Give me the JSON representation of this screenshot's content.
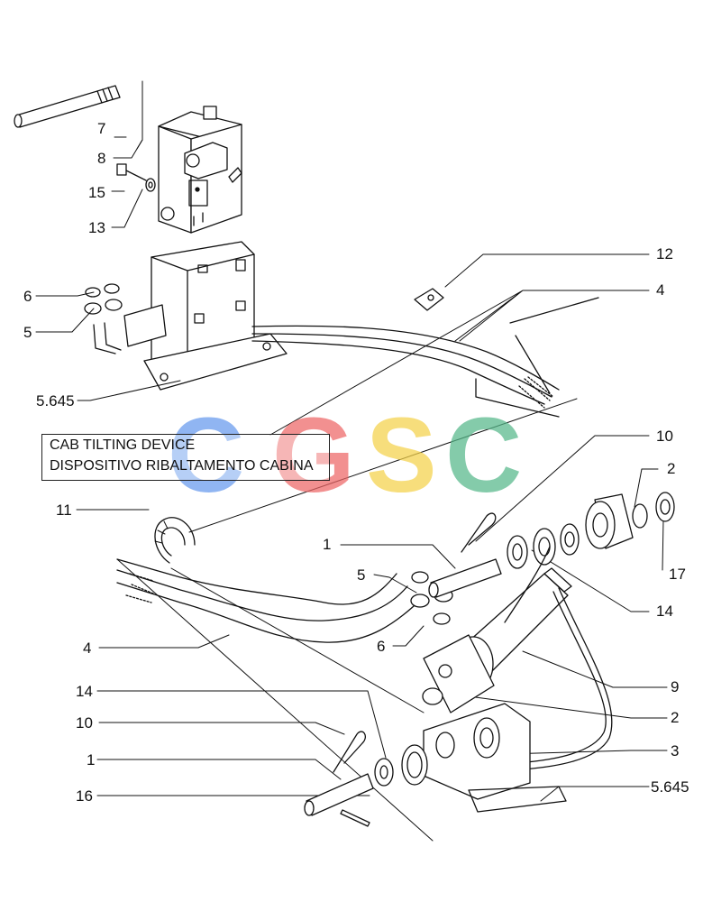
{
  "title": {
    "line1": "CAB TILTING DEVICE",
    "line2": "DISPOSITIVO RIBALTAMENTO CABINA"
  },
  "watermark": {
    "letters": [
      "C",
      "G",
      "S",
      "C"
    ],
    "colors": [
      "#6699ee",
      "#ee6666",
      "#f5d24a",
      "#55b88a"
    ]
  },
  "callouts": [
    {
      "id": "7",
      "text": "7"
    },
    {
      "id": "8",
      "text": "8"
    },
    {
      "id": "15",
      "text": "15"
    },
    {
      "id": "13",
      "text": "13"
    },
    {
      "id": "6a",
      "text": "6"
    },
    {
      "id": "5a",
      "text": "5"
    },
    {
      "id": "5645a",
      "text": "5.645"
    },
    {
      "id": "12",
      "text": "12"
    },
    {
      "id": "4a",
      "text": "4"
    },
    {
      "id": "10a",
      "text": "10"
    },
    {
      "id": "2a",
      "text": "2"
    },
    {
      "id": "11",
      "text": "11"
    },
    {
      "id": "1a",
      "text": "1"
    },
    {
      "id": "17",
      "text": "17"
    },
    {
      "id": "5b",
      "text": "5"
    },
    {
      "id": "14a",
      "text": "14"
    },
    {
      "id": "4b",
      "text": "4"
    },
    {
      "id": "6b",
      "text": "6"
    },
    {
      "id": "9",
      "text": "9"
    },
    {
      "id": "14b",
      "text": "14"
    },
    {
      "id": "2b",
      "text": "2"
    },
    {
      "id": "10b",
      "text": "10"
    },
    {
      "id": "3",
      "text": "3"
    },
    {
      "id": "1b",
      "text": "1"
    },
    {
      "id": "5645b",
      "text": "5.645"
    },
    {
      "id": "16",
      "text": "16"
    }
  ]
}
